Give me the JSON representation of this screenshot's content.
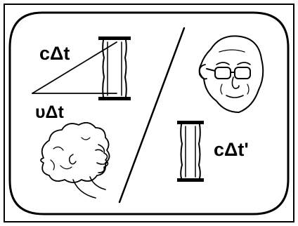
{
  "labels": {
    "c_delta_t": "cΔt",
    "v_delta_t": "υΔt",
    "c_delta_t_prime": "cΔt'"
  },
  "colors": {
    "ink": "#000000",
    "background": "#ffffff"
  },
  "figures": {
    "left_character": "einstein-sketch",
    "right_character": "bald-man-with-glasses-sketch"
  }
}
